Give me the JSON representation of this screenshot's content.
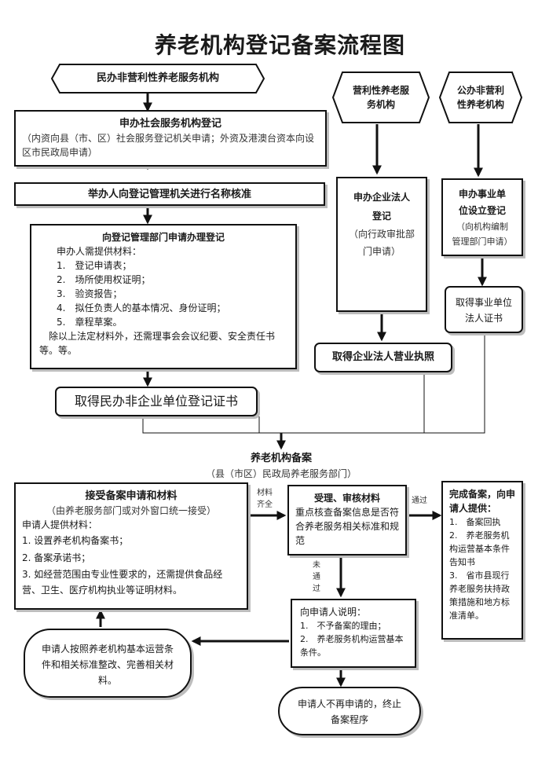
{
  "title": "养老机构登记备案流程图",
  "nonprofit": {
    "header": "民办非营利性养老服务机构",
    "social_register_title": "申办社会服务机构登记",
    "social_register_desc": "（内资向县（市、区）社会服务登记机关申请；外资及港澳台资本向设区市民政局申请）",
    "name_check": "举办人向登记管理机关进行名称核准",
    "apply_title": "向登记管理部门申请办理登记",
    "apply_intro": "申办人需提供材料：",
    "apply_items": [
      "1.　登记申请表；",
      "2.　场所使用权证明；",
      "3.　验资报告；",
      "4.　拟任负责人的基本情况、身份证明；",
      "5.　章程草案。"
    ],
    "apply_extra": "　除以上法定材料外，还需理事会会议纪要、安全责任书等。等。",
    "certificate": "取得民办非企业单位登记证书"
  },
  "forprofit": {
    "header_line1": "营利性养老服",
    "header_line2": "务机构",
    "apply_line1": "申办企业法人",
    "apply_line2": "登记",
    "apply_desc_line1": "（向行政审批部",
    "apply_desc_line2": "门申请）",
    "license": "取得企业法人营业执照"
  },
  "public": {
    "header_line1": "公办非营利",
    "header_line2": "性养老机构",
    "apply_line1": "申办事业单",
    "apply_line2": "位设立登记",
    "apply_desc_line1": "（向机构编制",
    "apply_desc_line2": "管理部门申请）",
    "cert_line1": "取得事业单位",
    "cert_line2": "法人证书"
  },
  "filing": {
    "title": "养老机构备案",
    "subtitle": "（县（市区）民政局养老服务部门）"
  },
  "accept": {
    "title": "接受备案申请和材料",
    "subtitle": "（由养老服务部门或对外窗口统一接受）",
    "intro": "申请人提供材料：",
    "items": [
      "1. 设置养老机构备案书；",
      "2. 备案承诺书；",
      "3. 如经营范围由专业性要求的，还需提供食品经营、卫生、医疗机构执业等证明材料。"
    ]
  },
  "review": {
    "title": "受理、审核材料",
    "desc": "重点核查备案信息是否符合养老服务相关标准和规范"
  },
  "labels": {
    "complete_line1": "材料",
    "complete_line2": "齐全",
    "pass": "通过",
    "fail": "未通过"
  },
  "done": {
    "title": "完成备案，向申请人提供：",
    "items": [
      "1.　备案回执",
      "2.　养老服务机构运营基本条件告知书",
      "3.　省市县现行养老服务扶持政策措施和地方标准清单。"
    ]
  },
  "explain": {
    "intro": "向申请人说明：",
    "items": [
      "1.　不予备案的理由；",
      "2.　养老服务机构运营基本条件。"
    ]
  },
  "rectify": "申请人按照养老机构基本运营条件和相关标准整改、完善相关材料。",
  "terminate": "申请人不再申请的，终止备案程序"
}
